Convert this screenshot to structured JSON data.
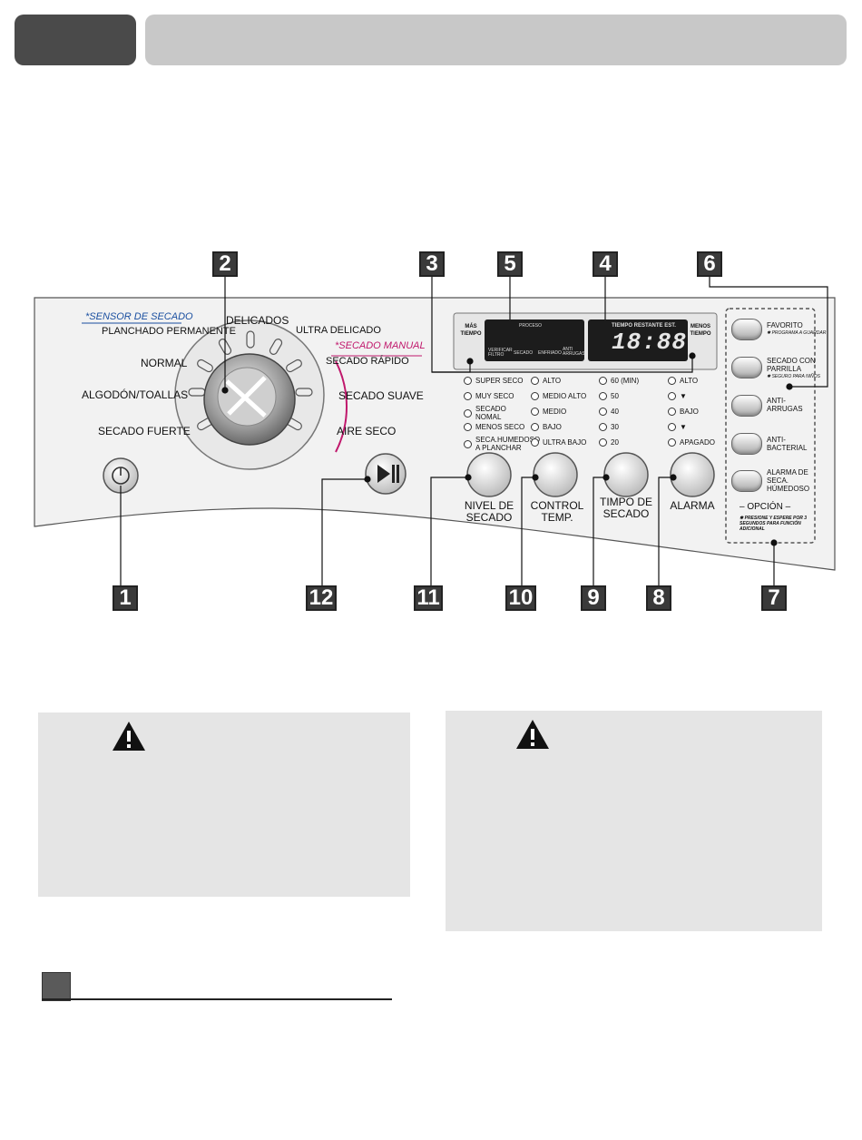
{
  "dial": {
    "sensor_label": "*SENSOR DE SECADO",
    "manual_label": "*SECADO MANUAL",
    "programs": {
      "delicados": "DELICADOS",
      "planchado_permanente": "PLANCHADO PERMANENTE",
      "ultra_delicado": "ULTRA DELICADO",
      "normal": "NORMAL",
      "secado_rapido": "SECADO RÁPIDO",
      "algodon_toallas": "ALGODÓN/TOALLAS",
      "secado_suave": "SECADO SUAVE",
      "secado_fuerte": "SECADO FUERTE",
      "aire_seco": "AIRE SECO"
    }
  },
  "display": {
    "mas_tiempo": "MÁS TIEMPO",
    "menos_tiempo": "MENOS TIEMPO",
    "proceso": "PROCESO",
    "tiempo_restante": "TIEMPO RESTANTE EST.",
    "digits": "18:88",
    "steps": [
      "VERIFICAR FILTRO",
      "SECADO",
      "ENFRIADO",
      "ANTI ARRUGAS"
    ]
  },
  "columns": {
    "nivel": [
      "SUPER SECO",
      "MUY SECO",
      "SECADO NOMAL",
      "MENOS SECO",
      "SECA.HUMEDOSO A PLANCHAR"
    ],
    "temp": [
      "ALTO",
      "MEDIO ALTO",
      "MEDIO",
      "BAJO",
      "ULTRA BAJO"
    ],
    "tiempo": [
      "60 (MIN)",
      "50",
      "40",
      "30",
      "20"
    ],
    "alarma": [
      "ALTO",
      "▼",
      "BAJO",
      "▼",
      "APAGADO"
    ]
  },
  "knobs": {
    "nivel": "NIVEL DE SECADO",
    "control": "CONTROL TEMP.",
    "tiempo": "TIMPO DE SECADO",
    "alarma": "ALARMA"
  },
  "options": {
    "favorito": "FAVORITO",
    "favorito_sub": "✱ PROGRAMA A GUARDAR",
    "parrilla": "SECADO CON PARRILLA",
    "parrilla_sub": "✱ SEGURO PARA NIÑOS",
    "arrugas": "ANTI- ARRUGAS",
    "bacterial": "ANTI- BACTERIAL",
    "humedoso": "ALARMA DE SECA. HÚMEDOSO",
    "title": "– OPCIÓN –",
    "note": "✱ PRESIONE Y ESPERE POR 3 SEGUNDOS PARA FUNCIÓN ADICIONAL"
  },
  "callouts": {
    "c1": "1",
    "c2": "2",
    "c3": "3",
    "c4": "4",
    "c5": "5",
    "c6": "6",
    "c7": "7",
    "c8": "8",
    "c9": "9",
    "c10": "10",
    "c11": "11",
    "c12": "12"
  },
  "colors": {
    "header_dark": "#4a4a4a",
    "header_light": "#c8c8c8",
    "sensor_blue": "#1a4fa0",
    "manual_pink": "#c0186c",
    "warning_bg": "#e5e5e5"
  }
}
